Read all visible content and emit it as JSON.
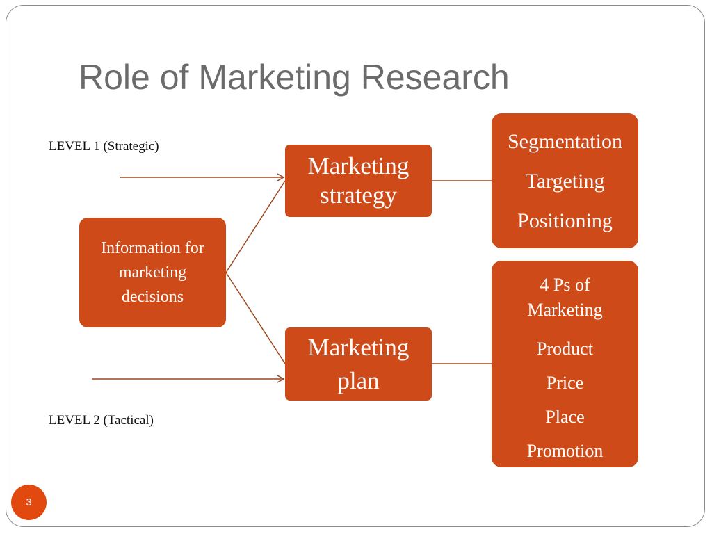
{
  "slide": {
    "title": "Role of Marketing Research",
    "page_number": "3"
  },
  "levels": {
    "level1": "LEVEL 1 (Strategic)",
    "level2": "LEVEL 2 (Tactical)"
  },
  "boxes": {
    "info": [
      "Information for",
      "marketing",
      "decisions"
    ],
    "strategy": [
      "Marketing",
      "strategy"
    ],
    "plan": [
      "Marketing",
      "plan"
    ],
    "stp": [
      "Segmentation",
      "Targeting",
      "Positioning"
    ],
    "four_ps": {
      "heading": [
        "4 Ps of",
        "Marketing"
      ],
      "items": [
        "Product",
        "Price",
        "Place",
        "Promotion"
      ]
    }
  },
  "colors": {
    "box_fill": "#cf4a19",
    "connector": "#a0471f",
    "title_text": "#6b6b6b",
    "badge_fill": "#e2490f"
  }
}
